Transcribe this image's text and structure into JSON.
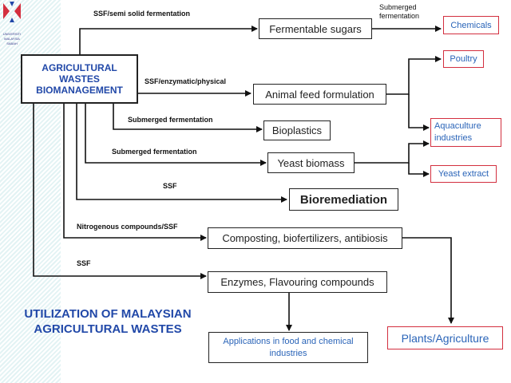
{
  "logo": {
    "lines": [
      "UNIVERSITI",
      "MALAYSIA",
      "SABAH"
    ]
  },
  "source": {
    "label": "AGRICULTURAL WASTES BIOMANAGEMENT"
  },
  "products": {
    "fermentable_sugars": "Fermentable sugars",
    "animal_feed": "Animal feed formulation",
    "bioplastics": "Bioplastics",
    "yeast_biomass": "Yeast biomass",
    "bioremediation": "Bioremediation",
    "composting": "Composting, biofertilizers, antibiosis",
    "enzymes": "Enzymes, Flavouring compounds"
  },
  "outputs": {
    "chemicals": "Chemicals",
    "poultry": "Poultry",
    "aquaculture": "Aquaculture industries",
    "yeast_extract": "Yeast extract",
    "applications": "Applications in food and chemical industries",
    "plants": "Plants/Agriculture"
  },
  "processes": {
    "ssf_semi_solid": "SSF/semi solid fermentation",
    "submerged_fermentation_top": "Submerged fermentation",
    "ssf_enzymatic": "SSF/enzymatic/physical",
    "submerged_1": "Submerged fermentation",
    "submerged_2": "Submerged fermentation",
    "ssf_1": "SSF",
    "nitrogenous": "Nitrogenous compounds/SSF",
    "ssf_2": "SSF"
  },
  "footer": {
    "title": "UTILIZATION OF MALAYSIAN AGRICULTURAL WASTES"
  },
  "colors": {
    "accent_red": "#d32f3f",
    "text_blue": "#2148a8",
    "link_blue": "#2a64b8"
  }
}
